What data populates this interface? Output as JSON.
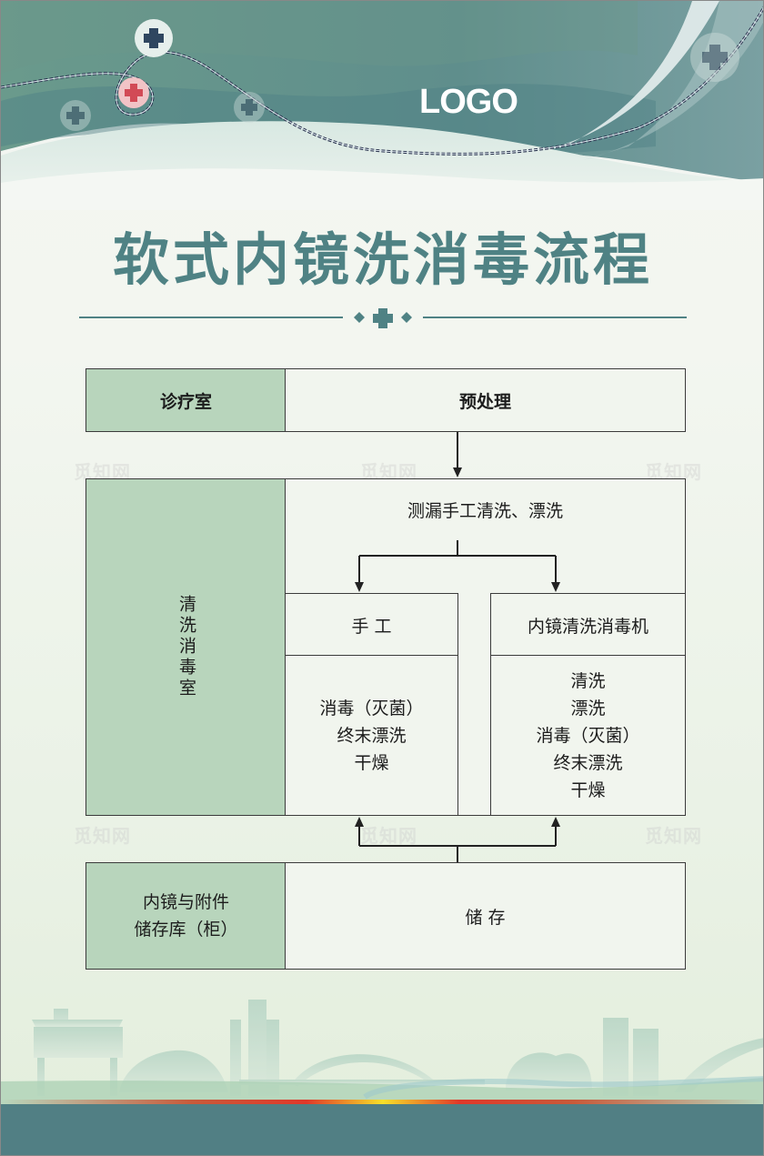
{
  "header": {
    "logo": "LOGO",
    "cross_icons": [
      "teal-cross",
      "red-cross",
      "faded-cross",
      "faded-cross",
      "faded-cross"
    ]
  },
  "title": "软式内镜洗消毒流程",
  "colors": {
    "primary_teal": "#4f8284",
    "header_teal": "#5a8c8a",
    "room_green": "#b8d5bc",
    "box_bg": "#f1f5ee",
    "border": "#3b3b3b",
    "footer": "#517f84"
  },
  "flow": {
    "clinic": {
      "room": "诊疗室",
      "step": "预处理"
    },
    "cleaning": {
      "room": "清洗消毒室",
      "step": "测漏手工清洗、漂洗",
      "manual": {
        "title": "手 工",
        "steps": "消毒（灭菌）\n终末漂洗\n干燥"
      },
      "machine": {
        "title": "内镜清洗消毒机",
        "steps": "清洗\n漂洗\n消毒（灭菌）\n终末漂洗\n干燥"
      }
    },
    "storage": {
      "room": "内镜与附件\n储存库（柜）",
      "step": "储 存"
    }
  },
  "watermark": "觅知网"
}
